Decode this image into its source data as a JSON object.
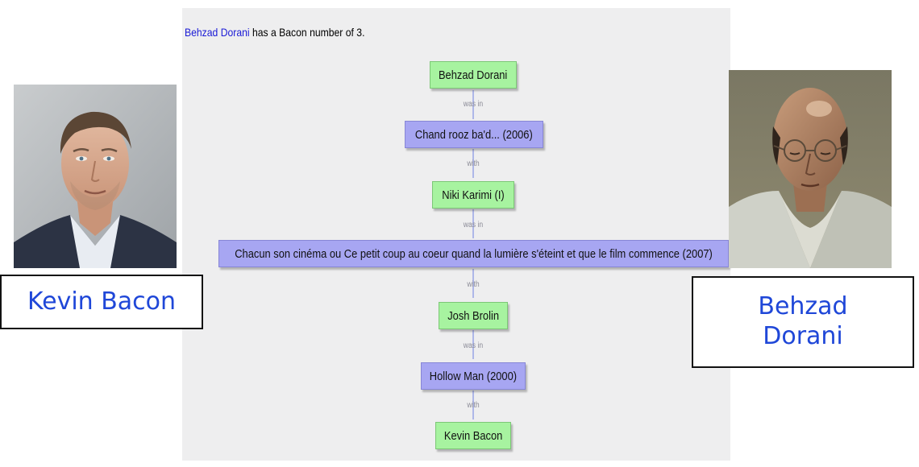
{
  "result": {
    "subject_name": "Behzad Dorani",
    "sentence_suffix": " has a Bacon number of 3."
  },
  "chain": {
    "node_1": "Behzad Dorani",
    "edge_1": "was in",
    "node_2": "Chand rooz ba'd... (2006)",
    "edge_2": "with",
    "node_3": "Niki Karimi (I)",
    "edge_3": "was in",
    "node_4": "Chacun son cinéma ou Ce petit coup au coeur quand la lumière s'éteint et que le film commence (2007)",
    "edge_4": "with",
    "node_5": "Josh Brolin",
    "edge_5": "was in",
    "node_6": "Hollow Man (2000)",
    "edge_6": "with",
    "node_7": "Kevin Bacon"
  },
  "captions": {
    "left": "Kevin Bacon",
    "right_line1": "Behzad",
    "right_line2": "Dorani"
  },
  "colors": {
    "actor_node": "#a7f3a0",
    "movie_node": "#a7a6f2",
    "panel_background": "#eeeeef",
    "link": "#1a1ad6",
    "caption_text": "#1f47d8"
  }
}
